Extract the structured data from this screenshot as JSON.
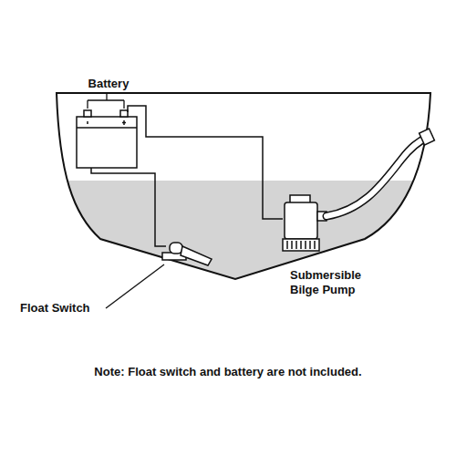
{
  "diagram": {
    "labels": [
      "Battery",
      "Float Switch",
      "Submersible Bilge Pump",
      "Note: Float switch and battery are not included."
    ]
  }
}
